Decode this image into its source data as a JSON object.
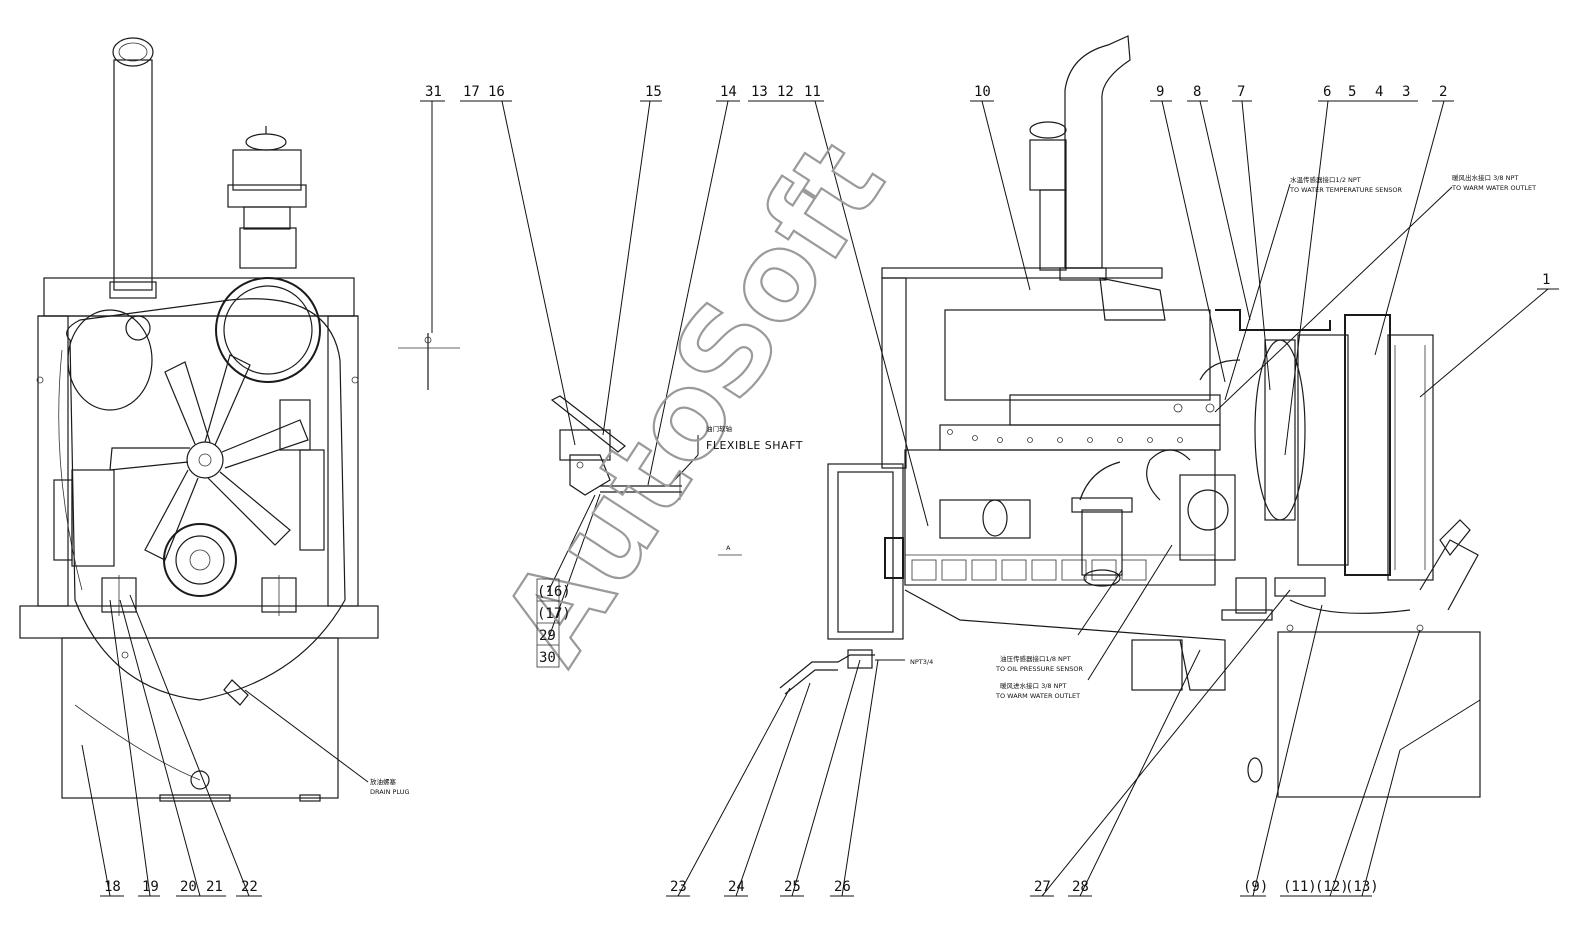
{
  "watermark": "AutoSoft",
  "notes": {
    "water_temp_cn": "水温传感器接口1/2 NPT",
    "water_temp_en": "TO WATER TEMPERATURE SENSOR",
    "warm_top_cn": "暖风出水接口 3/8 NPT",
    "warm_top_en": "TO WARM WATER OUTLET",
    "flexible_cn": "油门软轴",
    "flexible_en": "FLEXIBLE SHAFT",
    "section_a": "A",
    "npt": "NPT3/4",
    "oil_cn": "油压传感器接口1/8 NPT",
    "oil_en": "TO OIL PRESSURE SENSOR",
    "warm_bot_cn": "暖风进水接口 3/8 NPT",
    "warm_bot_en": "TO WARM WATER OUTLET",
    "drain_cn": "放油螺塞",
    "drain_en": "DRAIN PLUG"
  },
  "callouts_top": {
    "c31": "31",
    "c17": "17",
    "c16": "16",
    "c15": "15",
    "c14": "14",
    "c13": "13",
    "c12": "12",
    "c11": "11",
    "c10": "10",
    "c9": "9",
    "c8": "8",
    "c7": "7",
    "c6": "6",
    "c5": "5",
    "c4": "4",
    "c3": "3",
    "c2": "2",
    "c1": "1"
  },
  "callouts_side": {
    "c16b": "(16)",
    "c17b": "(17)",
    "c29": "29",
    "c30": "30"
  },
  "callouts_bottom": {
    "c18": "18",
    "c19": "19",
    "c20": "20",
    "c21": "21",
    "c22": "22",
    "c23": "23",
    "c24": "24",
    "c25": "25",
    "c26": "26",
    "c27": "27",
    "c28": "28",
    "c9b": "(9)",
    "c11b": "(11)",
    "c12b": "(12)",
    "c13b": "(13)"
  }
}
